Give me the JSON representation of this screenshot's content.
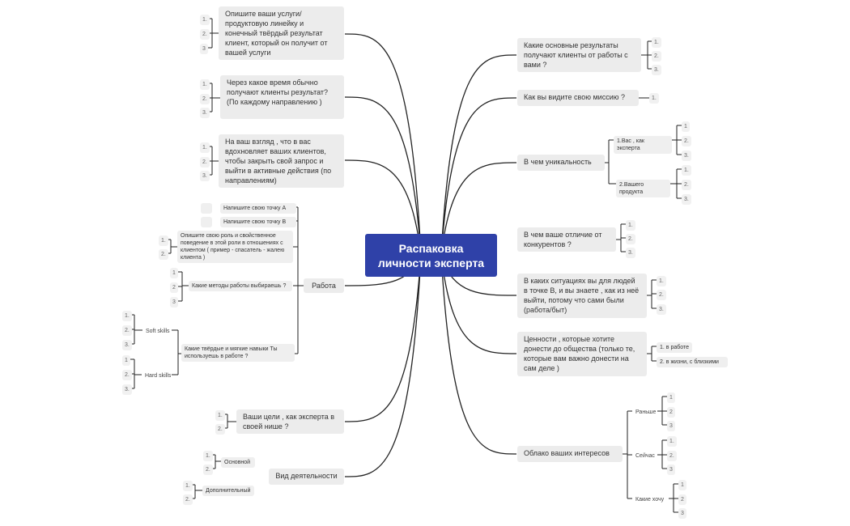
{
  "root": "Распаковка личности эксперта",
  "left": {
    "services": {
      "text": "Опишите ваши услуги/ продуктовую линейку и конечный твёрдый результат клиент, который он получит от вашей услуги",
      "nums": [
        "1.",
        "2.",
        "3"
      ]
    },
    "timing": {
      "text": "Через какое время обычно получают клиенты результат?            (По каждому направлению )",
      "nums": [
        "1.",
        "2.",
        "3."
      ]
    },
    "inspire": {
      "text": " На ваш взгляд , что в вас вдохновляет ваших клиентов, чтобы закрыть свой запрос и выйти в активные действия (по направлениям)",
      "nums": [
        "1.",
        "2.",
        "3."
      ]
    },
    "work": {
      "label": "Работа",
      "point_a": "Напишите свою точку А",
      "point_b": "Напишите свою точку В",
      "role": "Опишите свою роль  и свойственное поведение в этой роли в отношениях с клиентом ( пример - спасатель - жалею клиента )",
      "role_nums": [
        "1.",
        "2."
      ],
      "methods": "Какие методы работы выбираешь ?",
      "methods_nums": [
        "1",
        "2",
        "3"
      ],
      "skills": "Какие  твёрдые  и мягкие  навыки   Ты используешь в работе ?",
      "soft": "Soft skills",
      "soft_nums": [
        "1.",
        "2.",
        "3."
      ],
      "hard": "Hard skills",
      "hard_nums": [
        "1",
        "2.",
        "3."
      ]
    },
    "goals": {
      "text": "Ваши цели , как эксперта в своей нише ?",
      "nums": [
        "1.",
        "2."
      ]
    },
    "activity": {
      "label": "Вид деятельности",
      "main": "Основной",
      "main_nums": [
        "1.",
        "2."
      ],
      "extra": "Дополнительный",
      "extra_nums": [
        "1.",
        "2."
      ]
    }
  },
  "right": {
    "results": {
      "text": "Какие основные результаты получают клиенты от работы с вами ?",
      "nums": [
        "1.",
        "2.",
        "3."
      ]
    },
    "mission": {
      "text": "Как вы видите свою миссию ?",
      "nums": [
        "1."
      ]
    },
    "unique": {
      "text": "В чем уникальность",
      "expert": "1.Вас ,  как  эксперта",
      "expert_nums": [
        "1",
        "2.",
        "3."
      ],
      "product": "2.Вашего продукта",
      "product_nums": [
        "1.",
        "2.",
        "3."
      ]
    },
    "differ": {
      "text": "В чем ваше  отличие от конкурентов ?",
      "nums": [
        "1.",
        "2.",
        "3."
      ]
    },
    "situations": {
      "text": "В каких ситуациях вы для людей в точке В, и вы знаете , как из неё выйти, потому что сами были (работа/быт)",
      "nums": [
        "1.",
        "2.",
        "3."
      ]
    },
    "values": {
      "text": "Ценности , которые хотите донести до общества (только те, которые вам важно донести на сам деле )",
      "items": [
        "1. в работе",
        "2. в жизни, с близкими"
      ]
    },
    "interests": {
      "text": "Облако ваших интересов",
      "before": "Раньше",
      "before_nums": [
        "1",
        "2",
        "3"
      ],
      "now": "Сейчас",
      "now_nums": [
        "1.",
        "2.",
        "3"
      ],
      "want": "Какие хочу",
      "want_nums": [
        "1",
        "2",
        "3"
      ]
    }
  },
  "colors": {
    "root": "#2f41a8",
    "node": "#ececec",
    "line": "#222222"
  }
}
